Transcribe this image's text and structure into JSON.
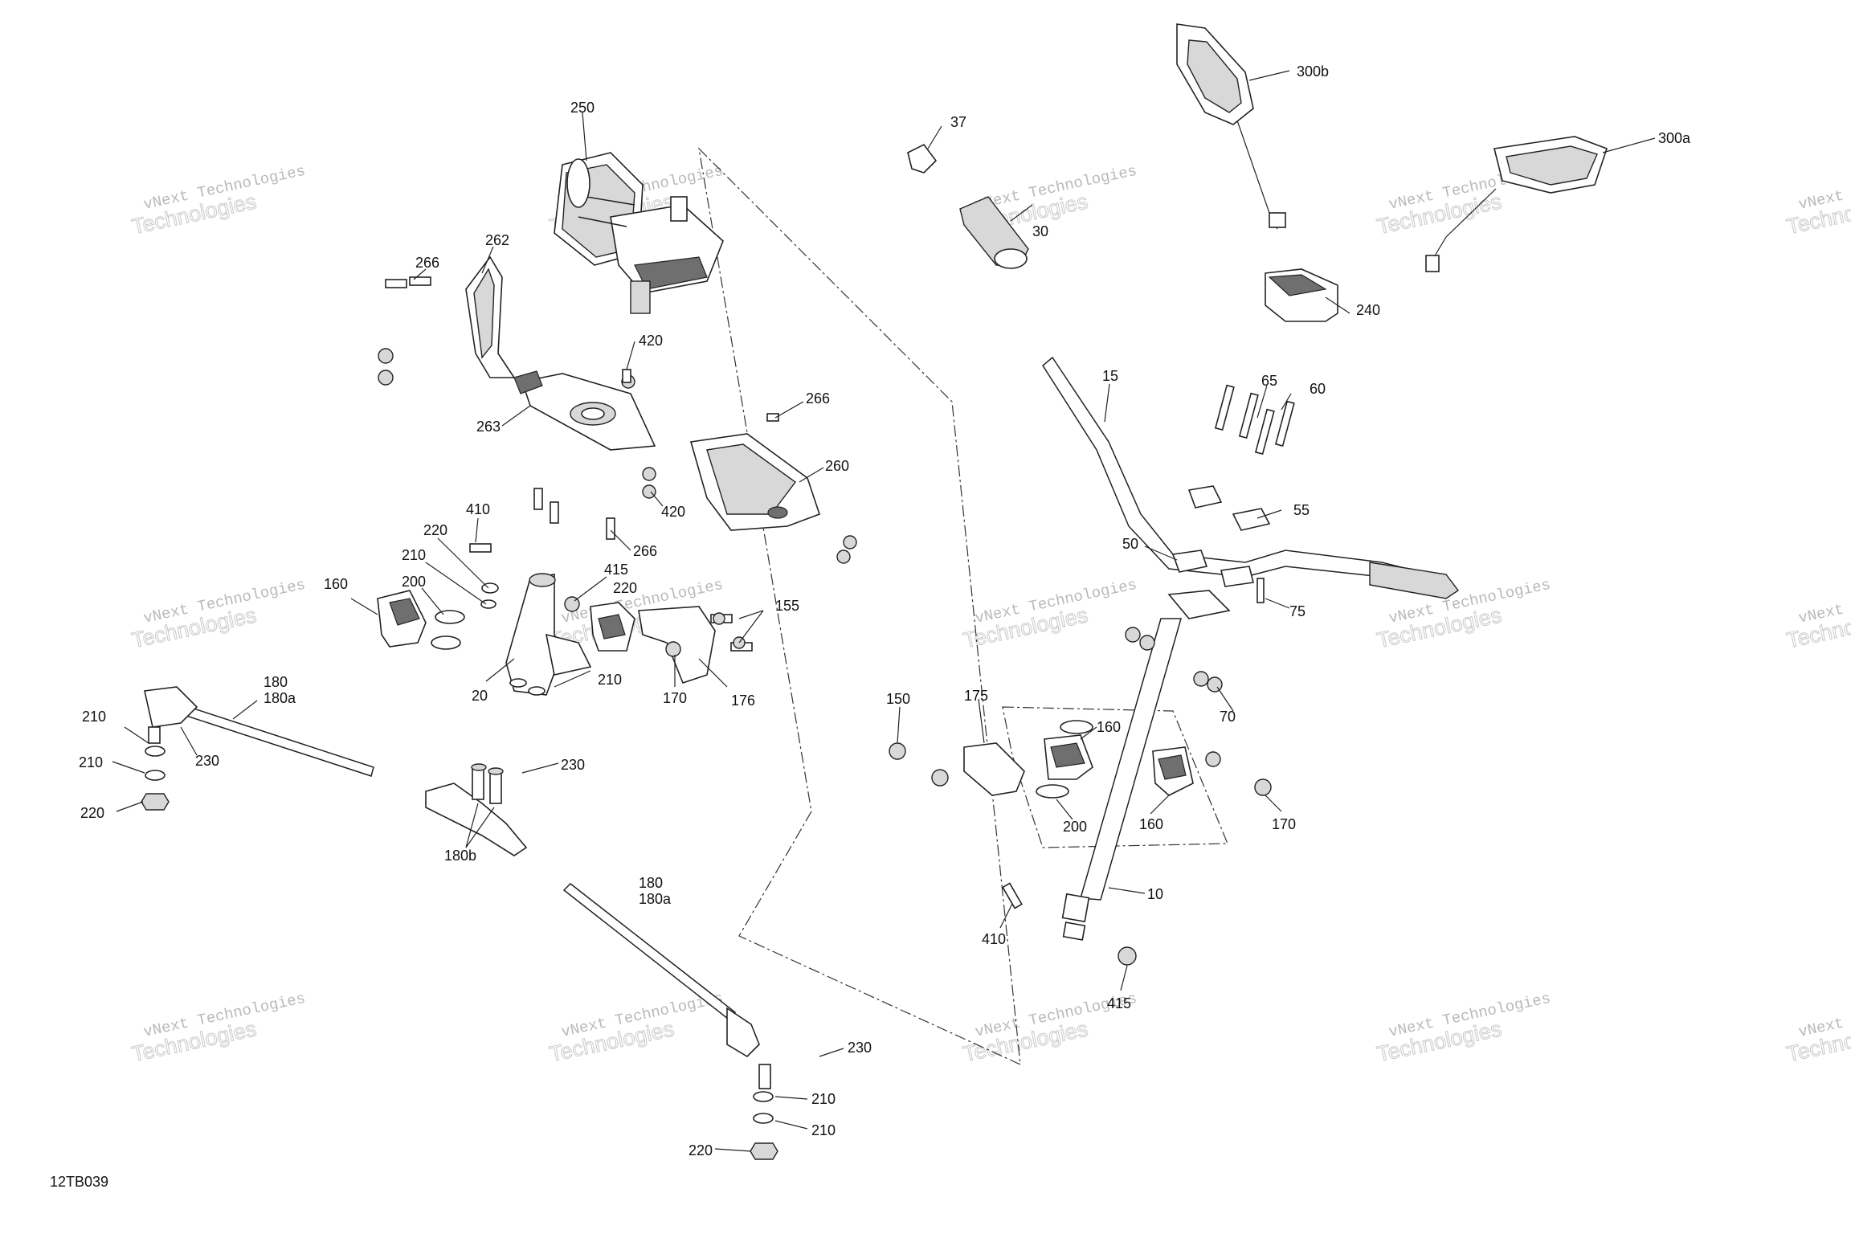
{
  "diagram_code": "12TB039",
  "watermark": {
    "line1": "vNext Technologies",
    "line2": "Technologies"
  },
  "callouts": [
    {
      "id": "c250",
      "text": "250"
    },
    {
      "id": "c262",
      "text": "262"
    },
    {
      "id": "c266a",
      "text": "266"
    },
    {
      "id": "c420a",
      "text": "420"
    },
    {
      "id": "c263",
      "text": "263"
    },
    {
      "id": "c266b",
      "text": "266"
    },
    {
      "id": "c260",
      "text": "260"
    },
    {
      "id": "c420b",
      "text": "420"
    },
    {
      "id": "c266c",
      "text": "266"
    },
    {
      "id": "c410a",
      "text": "410"
    },
    {
      "id": "c220a",
      "text": "220"
    },
    {
      "id": "c210a",
      "text": "210"
    },
    {
      "id": "c415a",
      "text": "415"
    },
    {
      "id": "c220b",
      "text": "220"
    },
    {
      "id": "c160a",
      "text": "160"
    },
    {
      "id": "c200a",
      "text": "200"
    },
    {
      "id": "c155",
      "text": "155"
    },
    {
      "id": "c20",
      "text": "20"
    },
    {
      "id": "c210b",
      "text": "210"
    },
    {
      "id": "c170a",
      "text": "170"
    },
    {
      "id": "c176",
      "text": "176"
    },
    {
      "id": "c180a",
      "text": "180"
    },
    {
      "id": "c180aa",
      "text": "180a"
    },
    {
      "id": "c210c",
      "text": "210"
    },
    {
      "id": "c230a",
      "text": "230"
    },
    {
      "id": "c210d",
      "text": "210"
    },
    {
      "id": "c220c",
      "text": "220"
    },
    {
      "id": "c230b",
      "text": "230"
    },
    {
      "id": "c180b",
      "text": "180b"
    },
    {
      "id": "c180c",
      "text": "180"
    },
    {
      "id": "c180ab",
      "text": "180a"
    },
    {
      "id": "c230c",
      "text": "230"
    },
    {
      "id": "c210e",
      "text": "210"
    },
    {
      "id": "c210f",
      "text": "210"
    },
    {
      "id": "c220d",
      "text": "220"
    },
    {
      "id": "c37",
      "text": "37"
    },
    {
      "id": "c30",
      "text": "30"
    },
    {
      "id": "c300b",
      "text": "300b"
    },
    {
      "id": "c300a",
      "text": "300a"
    },
    {
      "id": "c240",
      "text": "240"
    },
    {
      "id": "c15",
      "text": "15"
    },
    {
      "id": "c65",
      "text": "65"
    },
    {
      "id": "c60",
      "text": "60"
    },
    {
      "id": "c55",
      "text": "55"
    },
    {
      "id": "c50",
      "text": "50"
    },
    {
      "id": "c75",
      "text": "75"
    },
    {
      "id": "c70",
      "text": "70"
    },
    {
      "id": "c150",
      "text": "150"
    },
    {
      "id": "c175",
      "text": "175"
    },
    {
      "id": "c160b",
      "text": "160"
    },
    {
      "id": "c160c",
      "text": "160"
    },
    {
      "id": "c200b",
      "text": "200"
    },
    {
      "id": "c170b",
      "text": "170"
    },
    {
      "id": "c10",
      "text": "10"
    },
    {
      "id": "c410b",
      "text": "410"
    },
    {
      "id": "c415b",
      "text": "415"
    }
  ]
}
